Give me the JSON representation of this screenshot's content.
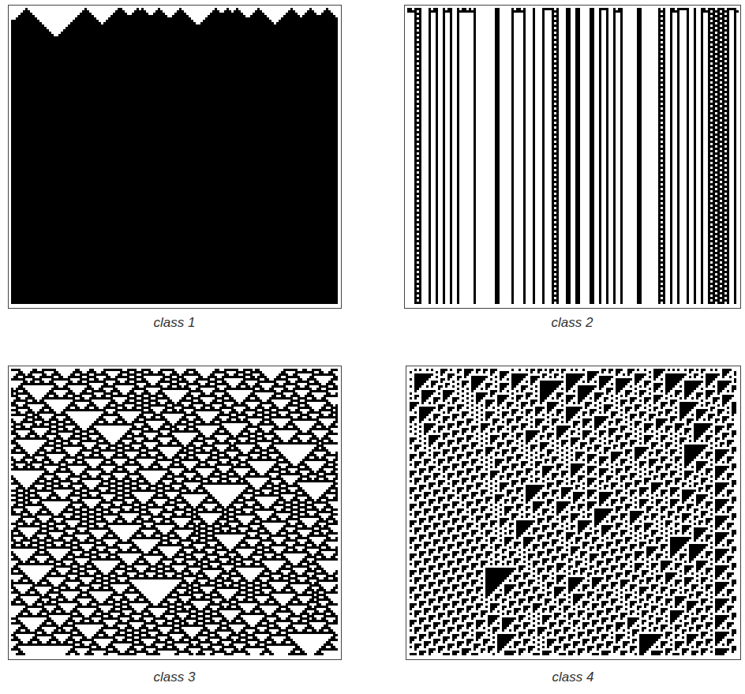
{
  "diagram": {
    "labels": [
      "class 1",
      "class 2",
      "class 3",
      "class 4"
    ]
  }
}
